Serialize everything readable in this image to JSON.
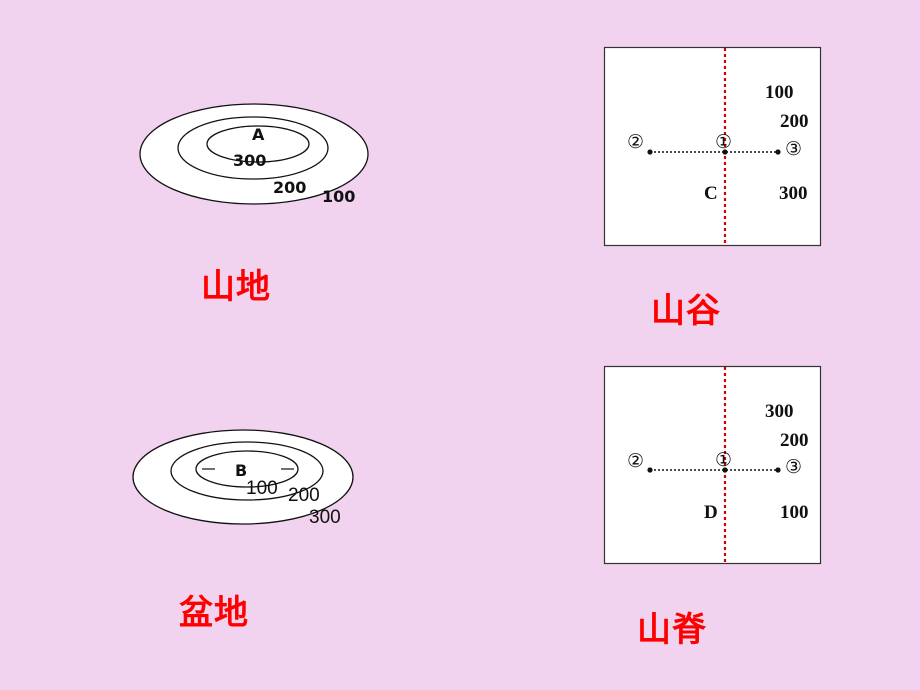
{
  "captions": {
    "mountain": "山地",
    "basin": "盆地",
    "valley": "山谷",
    "ridge": "山脊"
  },
  "mountain_map": {
    "point": "A",
    "contours": [
      "300",
      "200",
      "100"
    ]
  },
  "basin_map": {
    "point": "B",
    "contours": [
      "100",
      "200",
      "300"
    ]
  },
  "valley_map": {
    "point": "C",
    "markers": [
      "①",
      "②",
      "③"
    ],
    "contours": [
      "100",
      "200",
      "300"
    ]
  },
  "ridge_map": {
    "point": "D",
    "markers": [
      "①",
      "②",
      "③"
    ],
    "contours": [
      "300",
      "200",
      "100"
    ]
  },
  "colors": {
    "background": "#f2d3ef",
    "caption": "#ff0000",
    "axis_line": "#d40000"
  }
}
